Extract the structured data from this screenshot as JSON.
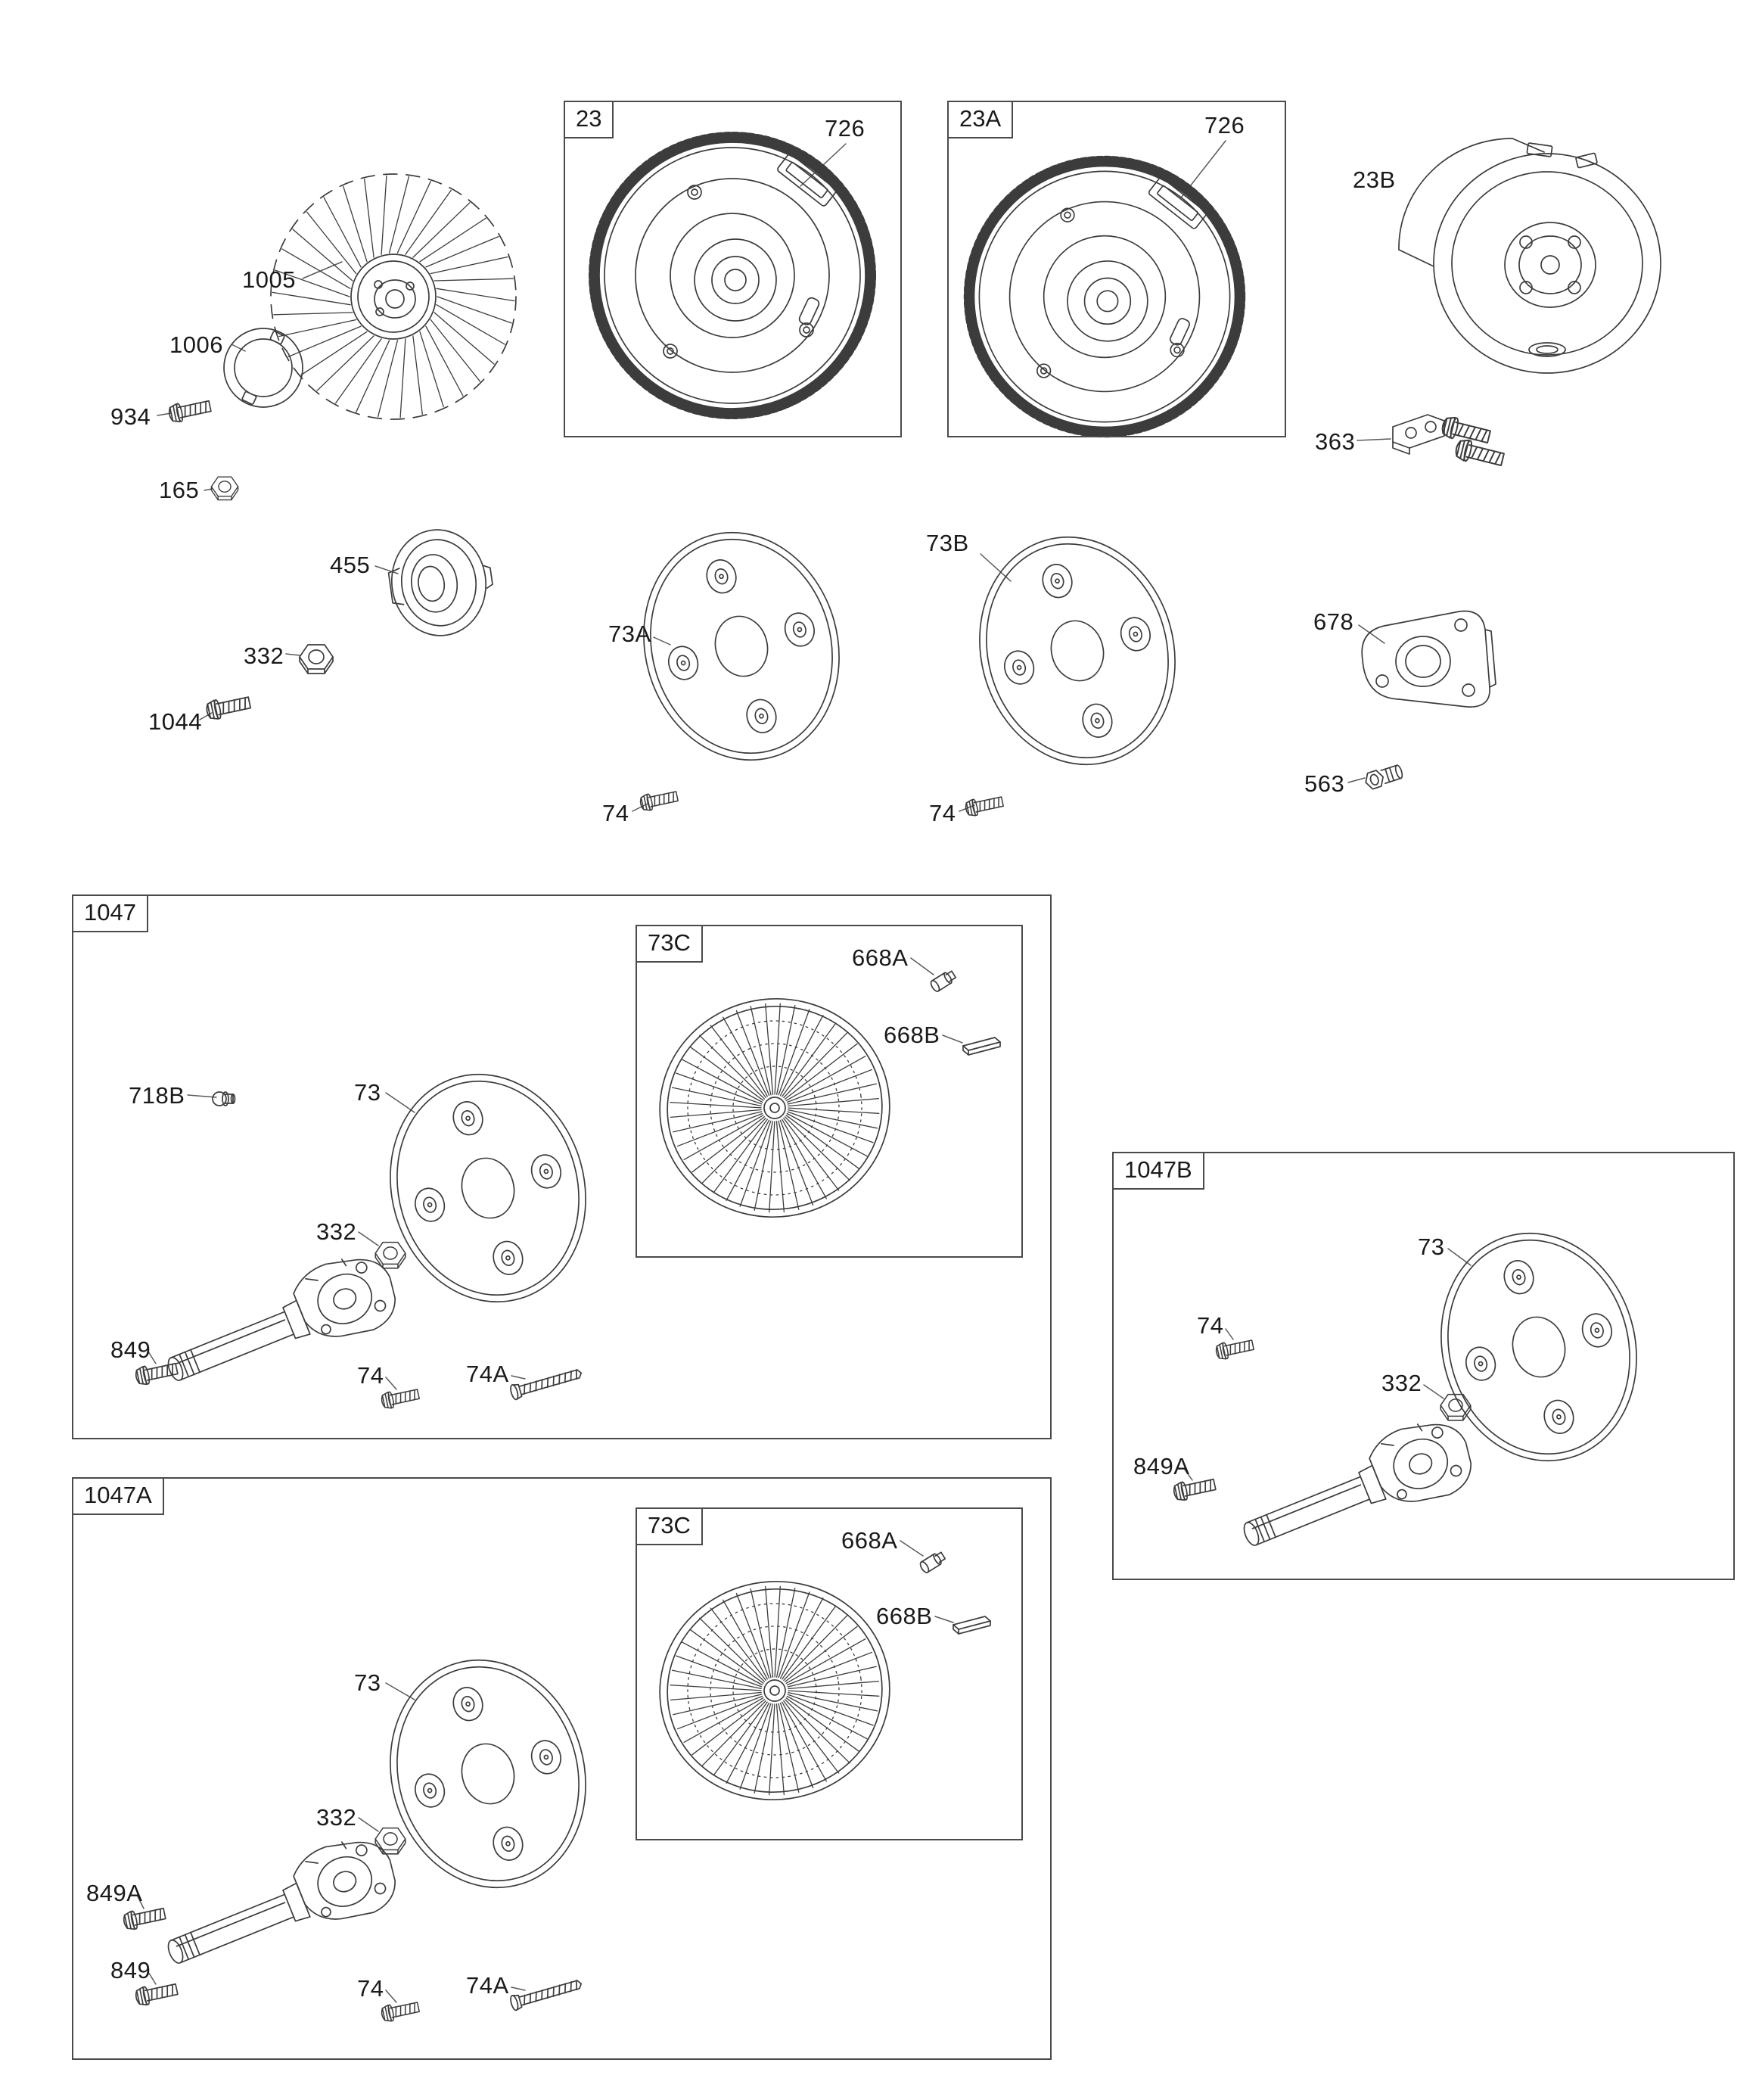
{
  "colors": {
    "background": "#ffffff",
    "line": "#3c3c3c",
    "text": "#1a1a1a"
  },
  "boxes": {
    "b23": "23",
    "b23a": "23A",
    "b1047": "1047",
    "b1047a": "1047A",
    "b1047b": "1047B",
    "b73c_1": "73C",
    "b73c_2": "73C"
  },
  "labels": {
    "p1005": "1005",
    "p1006": "1006",
    "p934": "934",
    "p165": "165",
    "p726_23": "726",
    "p726_23a": "726",
    "p23b": "23B",
    "p363": "363",
    "p455": "455",
    "p332_top": "332",
    "p1044": "1044",
    "p73a": "73A",
    "p74_73a": "74",
    "p73b": "73B",
    "p74_73b": "74",
    "p678": "678",
    "p563": "563",
    "p718b": "718B",
    "p668a_1": "668A",
    "p668b_1": "668B",
    "p73_1047": "73",
    "p332_1047": "332",
    "p849_1047": "849",
    "p74_1047": "74",
    "p74a_1047": "74A",
    "p73_1047b": "73",
    "p74_1047b": "74",
    "p332_1047b": "332",
    "p849a_1047b": "849A",
    "p668a_2": "668A",
    "p668b_2": "668B",
    "p73_1047a": "73",
    "p332_1047a": "332",
    "p849a_1047a": "849A",
    "p849_1047a": "849",
    "p74_1047a": "74",
    "p74a_1047a": "74A"
  }
}
